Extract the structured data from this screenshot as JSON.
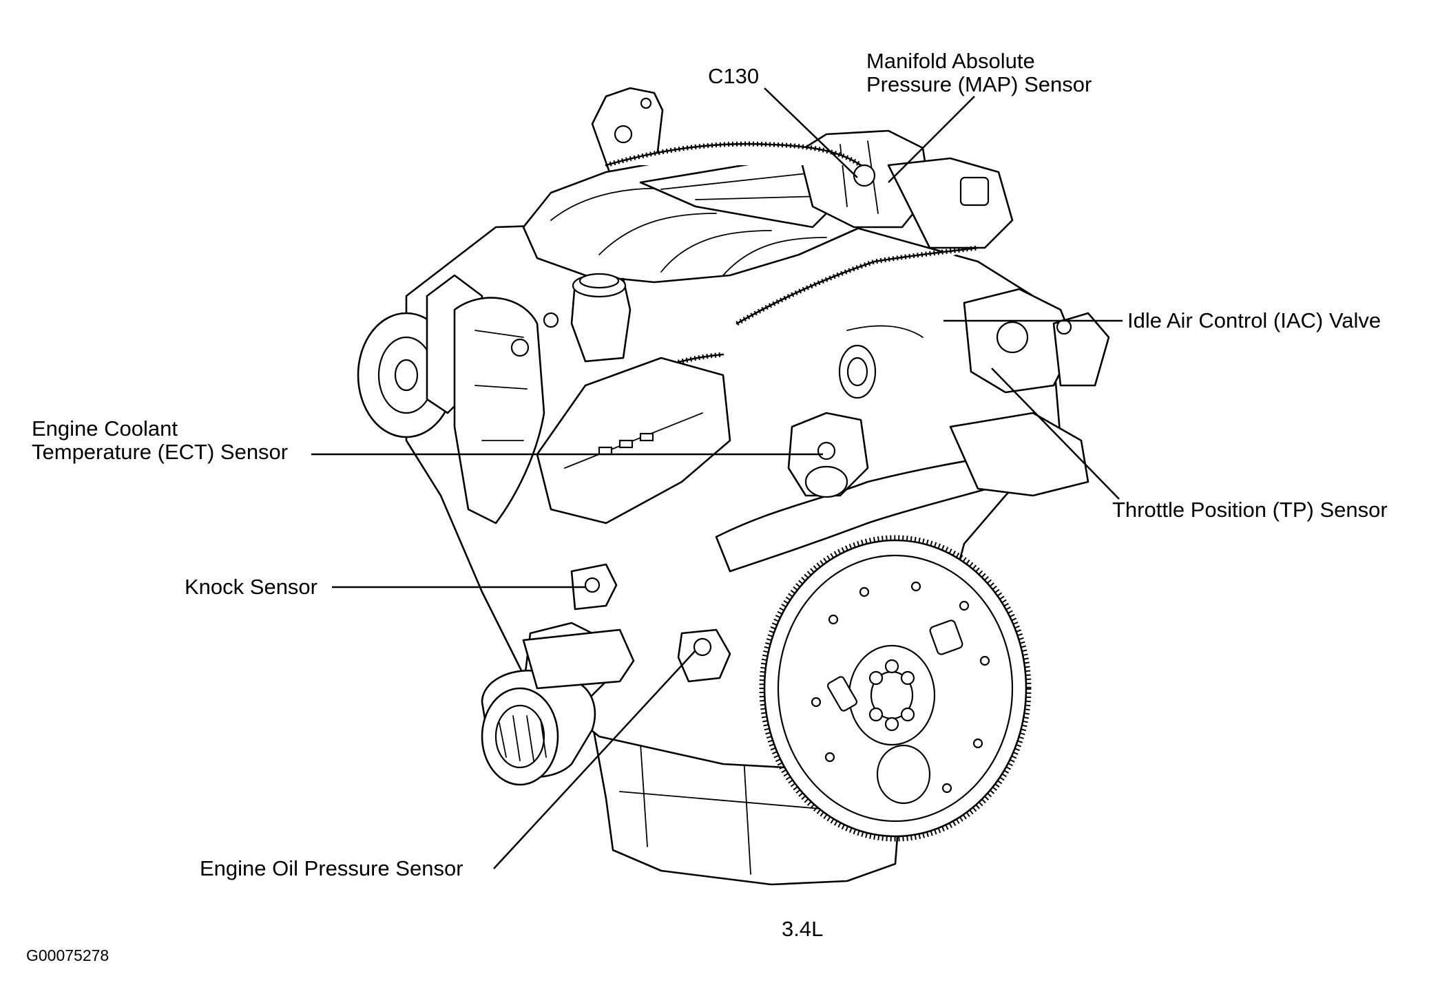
{
  "labels": {
    "c130": "C130",
    "map_sensor": "Manifold Absolute\nPressure (MAP) Sensor",
    "iac_valve": "Idle Air Control (IAC) Valve",
    "ect_sensor": "Engine Coolant\nTemperature (ECT) Sensor",
    "tp_sensor": "Throttle Position (TP) Sensor",
    "knock_sensor": "Knock Sensor",
    "oil_pressure_sensor": "Engine Oil Pressure Sensor"
  },
  "engine_size": "3.4L",
  "figure_code": "G00075278"
}
